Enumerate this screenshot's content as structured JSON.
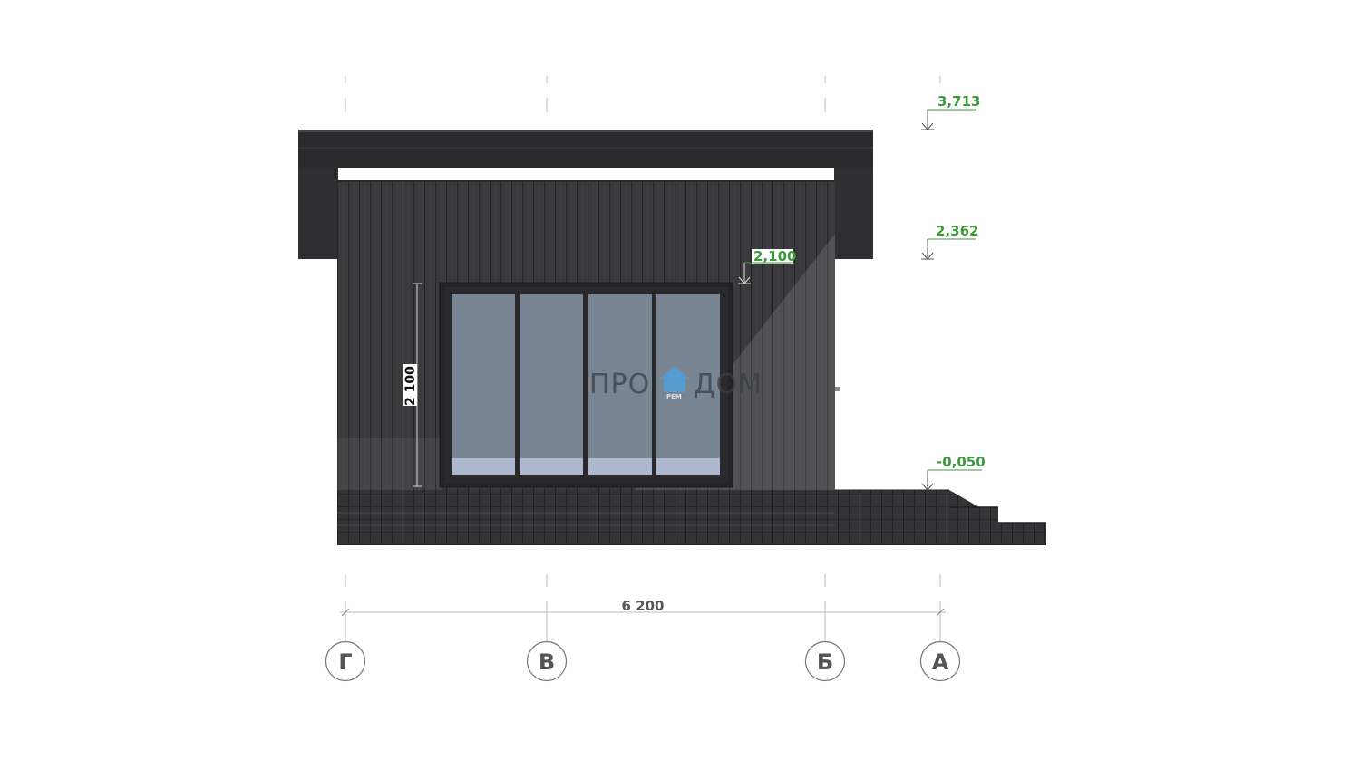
{
  "axes": [
    "Г",
    "В",
    "Б",
    "А"
  ],
  "levels": {
    "roof_top": "3,713",
    "eave": "2,362",
    "window_top": "2,100",
    "ground": "-0,050"
  },
  "dimensions": {
    "overall_width": "6 200",
    "window_height": "2 100"
  },
  "watermark": {
    "left": "ПРО",
    "right": "ДОМ",
    "badge": "РЕМ"
  },
  "colors": {
    "cladding": "#3a3a3d",
    "roof": "#2e2e30",
    "glass": "#7a8594",
    "glass_bottom": "#aeb8ce",
    "marks": "#3c9a3c",
    "logo_house": "#4aa3e0"
  }
}
